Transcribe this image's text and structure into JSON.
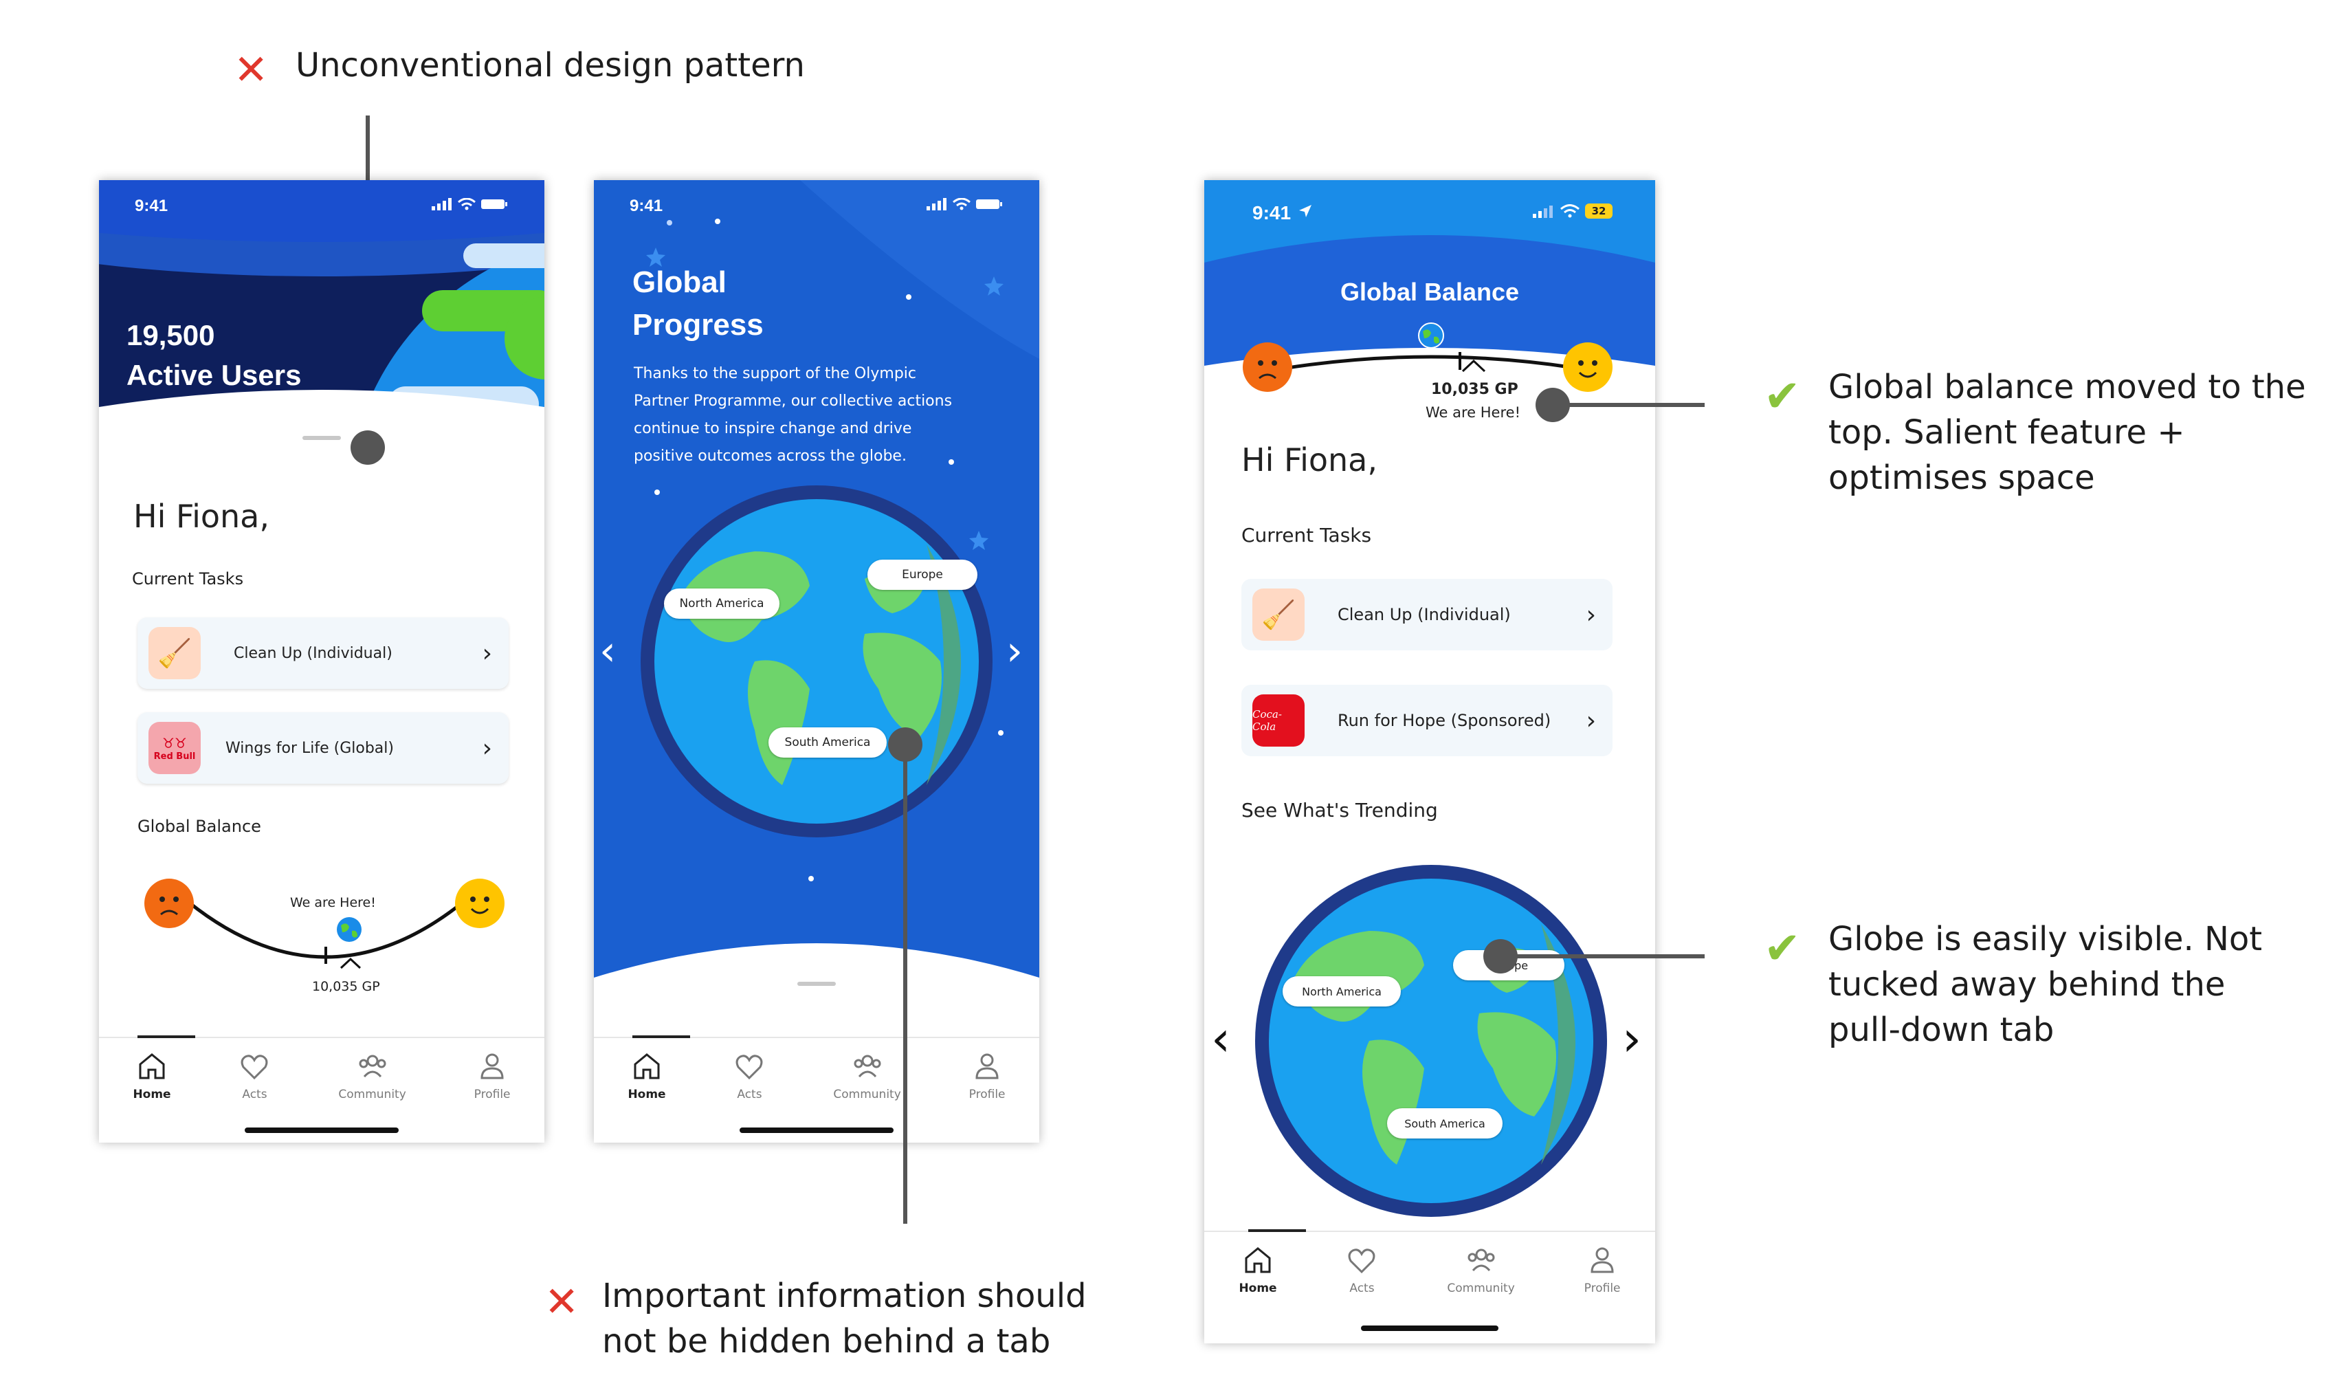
{
  "annotations": {
    "top_left": "Unconventional design pattern",
    "bottom_middle_line1": "Important information should",
    "bottom_middle_line2": "not be hidden behind a tab",
    "right_top_line1": "Global balance moved to the",
    "right_top_line2": "top. Salient feature +",
    "right_top_line3": "optimises space",
    "right_bottom_line1": "Globe is easily visible. Not",
    "right_bottom_line2": "tucked away behind the",
    "right_bottom_line3": "pull-down tab"
  },
  "phone1": {
    "time": "9:41",
    "header_line1": "19,500",
    "header_line2": "Active Users",
    "greeting": "Hi Fiona,",
    "current_tasks": "Current Tasks",
    "tasks": [
      {
        "label": "Clean Up (Individual)",
        "icon": "broom-icon"
      },
      {
        "label": "Wings for Life (Global)",
        "icon": "redbull-logo",
        "logo_text": "Red Bull"
      }
    ],
    "global_balance": "Global Balance",
    "we_are_here": "We are Here!",
    "gp": "10,035 GP"
  },
  "phone2": {
    "time": "9:41",
    "title_line1": "Global",
    "title_line2": "Progress",
    "body": [
      "Thanks to the support of the Olympic",
      "Partner Programme, our collective actions",
      "continue to inspire change and drive",
      "positive outcomes across the globe."
    ],
    "regions": {
      "north_america": "North America",
      "europe": "Europe",
      "south_america": "South America"
    }
  },
  "phone3": {
    "time": "9:41",
    "battery": "32",
    "title": "Global Balance",
    "gp": "10,035 GP",
    "we_are_here": "We are Here!",
    "greeting": "Hi Fiona,",
    "current_tasks": "Current Tasks",
    "tasks": [
      {
        "label": "Clean Up (Individual)",
        "icon": "broom-icon"
      },
      {
        "label": "Run for Hope (Sponsored)",
        "icon": "cocacola-logo",
        "logo_text": "Coca-Cola"
      }
    ],
    "trending": "See What's Trending",
    "regions": {
      "north_america": "North America",
      "europe": "Europe",
      "south_america": "South America"
    }
  },
  "tabs": {
    "home": "Home",
    "acts": "Acts",
    "community": "Community",
    "profile": "Profile"
  },
  "colors": {
    "accent_blue": "#1a5fd0",
    "sad": "#f26a12",
    "happy": "#ffc400",
    "redx": "#e0372c",
    "check": "#8ac33d"
  }
}
